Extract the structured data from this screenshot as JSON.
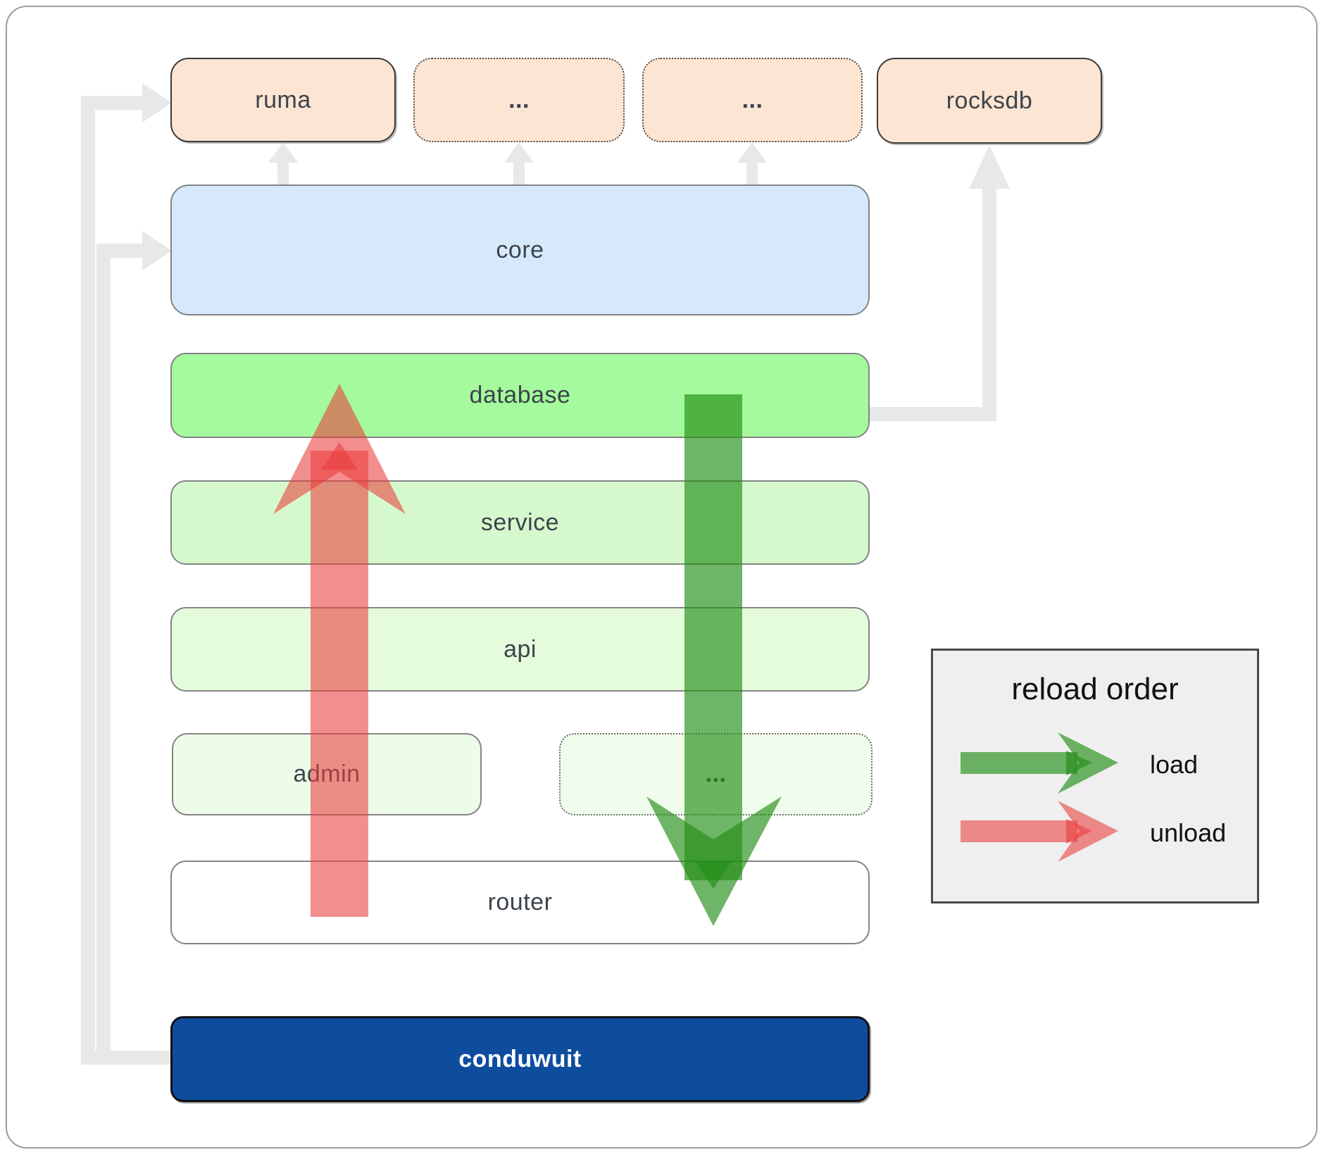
{
  "boxes": {
    "ruma": "ruma",
    "dots_a": "...",
    "dots_b": "...",
    "rocksdb": "rocksdb",
    "core": "core",
    "database": "database",
    "service": "service",
    "api": "api",
    "admin": "admin",
    "dots_c": "...",
    "router": "router",
    "conduwuit": "conduwuit"
  },
  "legend": {
    "title": "reload order",
    "load": "load",
    "unload": "unload"
  },
  "colors": {
    "load_arrow": "rgba(34,141,21,0.65)",
    "unload_arrow": "rgba(235,60,60,0.58)",
    "connector": "#e8e8e8",
    "database_bg": "#a4fa9c",
    "core_bg": "#d6e9fb",
    "crate_bg": "#fce5d3",
    "conduwuit_bg": "#0e4c9e"
  }
}
